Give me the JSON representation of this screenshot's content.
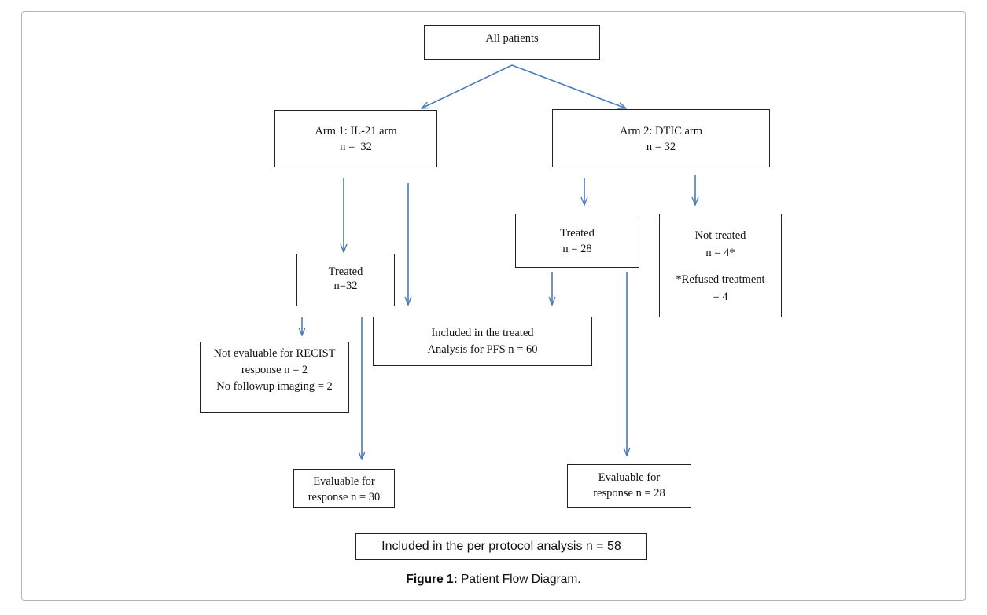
{
  "nodes": {
    "all_patients": [
      "All patients"
    ],
    "arm1": [
      "Arm 1: IL-21 arm",
      "n =  32"
    ],
    "arm2": [
      "Arm 2: DTIC arm",
      "n = 32"
    ],
    "arm1_treated": [
      "Treated",
      "n=32"
    ],
    "arm2_treated": [
      "Treated",
      "n = 28"
    ],
    "arm2_not_treated": [
      "Not treated",
      "n = 4*",
      "*Refused treatment",
      "= 4"
    ],
    "not_evaluable": [
      "Not evaluable for RECIST",
      "response n = 2",
      "No followup imaging = 2"
    ],
    "treated_analysis": [
      "Included in the treated",
      "Analysis for PFS n = 60"
    ],
    "arm1_evaluable": [
      "Evaluable for",
      "response n = 30"
    ],
    "arm2_evaluable": [
      "Evaluable for",
      "response n = 28"
    ],
    "per_protocol": [
      "Included in the per protocol analysis n = 58"
    ]
  },
  "caption": {
    "label": "Figure 1:",
    "text": " Patient Flow Diagram."
  },
  "colors": {
    "arrow": "#4a7ab8",
    "border": "#222222"
  }
}
